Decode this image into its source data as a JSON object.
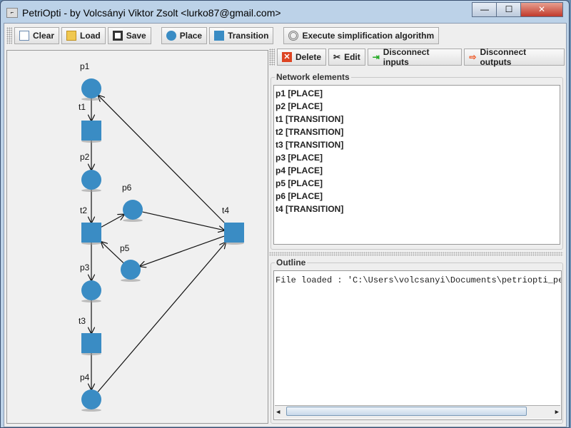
{
  "window": {
    "title": "PetriOpti - by Volcsányi Viktor Zsolt <lurko87@gmail.com>",
    "minimize": "—",
    "maximize": "☐",
    "close": "✕"
  },
  "toolbar": {
    "clear": "Clear",
    "load": "Load",
    "save": "Save",
    "place": "Place",
    "transition": "Transition",
    "execute": "Execute simplification algorithm"
  },
  "right_toolbar": {
    "delete": "Delete",
    "edit": "Edit",
    "disconnect_inputs": "Disconnect inputs",
    "disconnect_outputs": "Disconnect outputs"
  },
  "network": {
    "title": "Network elements",
    "items": [
      "p1 [PLACE]",
      "p2 [PLACE]",
      "t1 [TRANSITION]",
      "t2 [TRANSITION]",
      "t3 [TRANSITION]",
      "p3 [PLACE]",
      "p4 [PLACE]",
      "p5 [PLACE]",
      "p6 [PLACE]",
      "t4 [TRANSITION]"
    ]
  },
  "outline": {
    "title": "Outline",
    "text": "File loaded : 'C:\\Users\\volcsanyi\\Documents\\petriopti_pel"
  },
  "graph": {
    "nodes": [
      {
        "id": "p1",
        "type": "place"
      },
      {
        "id": "t1",
        "type": "transition"
      },
      {
        "id": "p2",
        "type": "place"
      },
      {
        "id": "t2",
        "type": "transition"
      },
      {
        "id": "p6",
        "type": "place"
      },
      {
        "id": "p5",
        "type": "place"
      },
      {
        "id": "t4",
        "type": "transition"
      },
      {
        "id": "p3",
        "type": "place"
      },
      {
        "id": "t3",
        "type": "transition"
      },
      {
        "id": "p4",
        "type": "place"
      }
    ],
    "arcs": [
      [
        "p1",
        "t1"
      ],
      [
        "t1",
        "p2"
      ],
      [
        "p2",
        "t2"
      ],
      [
        "t2",
        "p6"
      ],
      [
        "p6",
        "t4"
      ],
      [
        "t4",
        "p5"
      ],
      [
        "p5",
        "t2"
      ],
      [
        "t2",
        "p3"
      ],
      [
        "p3",
        "t3"
      ],
      [
        "t3",
        "p4"
      ],
      [
        "p4",
        "t4"
      ],
      [
        "t4",
        "p1"
      ]
    ],
    "color": "#3a8cc4"
  }
}
